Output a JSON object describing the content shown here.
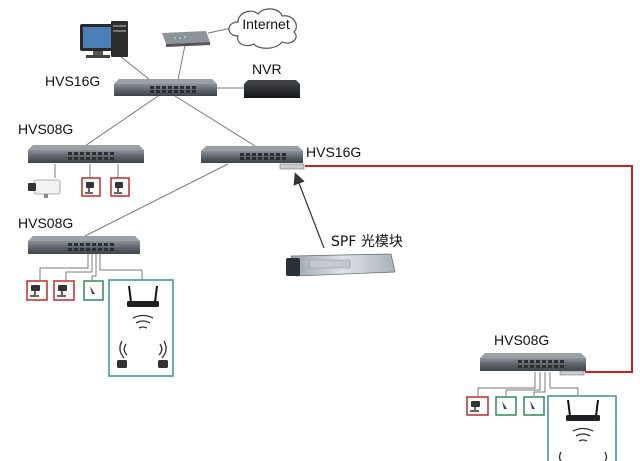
{
  "labels": {
    "internet": "Internet",
    "core_switch": "HVS16G",
    "nvr": "NVR",
    "switch_top_left": "HVS08G",
    "switch_mid": "HVS16G",
    "switch_bottom_left": "HVS08G",
    "switch_bottom_right": "HVS08G",
    "sfp_module": "SPF 光模块"
  },
  "colors": {
    "fiber_link": "#cc1f1f",
    "copper_link": "#7a7a7a",
    "wireless_box": "#3a8fa0",
    "camera_frame": "#c62828",
    "sensor_frame": "#2e8b57"
  },
  "icons": {
    "pc": "desktop-pc-icon",
    "modem": "modem-icon",
    "cloud": "internet-cloud-icon",
    "switch": "network-switch-icon",
    "nvr": "nvr-recorder-icon",
    "camera": "ip-camera-icon",
    "sensor": "sensor-icon",
    "router": "wireless-router-icon",
    "sfp": "sfp-module-icon"
  }
}
